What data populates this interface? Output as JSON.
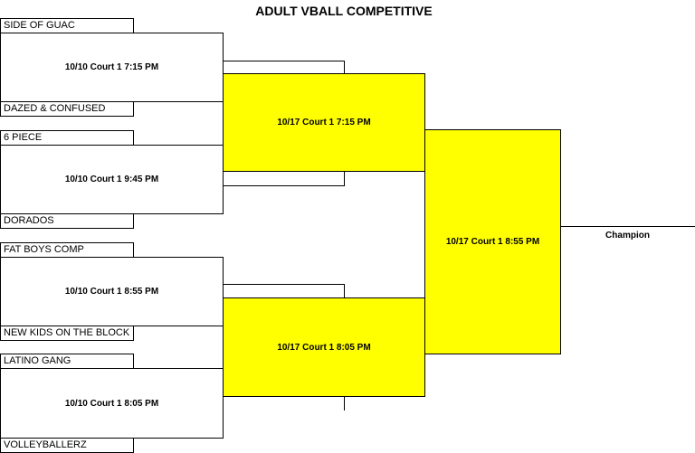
{
  "title": "ADULT VBALL COMPETITIVE",
  "colors": {
    "semifinal_fill": "#ffff00",
    "line": "#000000"
  },
  "teams": [
    "SIDE OF GUAC",
    "DAZED & CONFUSED",
    "6 PIECE",
    "DORADOS",
    "FAT BOYS COMP",
    "NEW KIDS ON THE BLOCK",
    "LATINO GANG",
    "VOLLEYBALLERZ"
  ],
  "round1": [
    "10/10 Court 1 7:15 PM",
    "10/10 Court 1 9:45 PM",
    "10/10 Court 1 8:55 PM",
    "10/10 Court 1 8:05 PM"
  ],
  "round2": [
    "10/17 Court 1 7:15 PM",
    "10/17 Court 1 8:05 PM"
  ],
  "final": "10/17 Court 1 8:55 PM",
  "champion_label": "Champion"
}
